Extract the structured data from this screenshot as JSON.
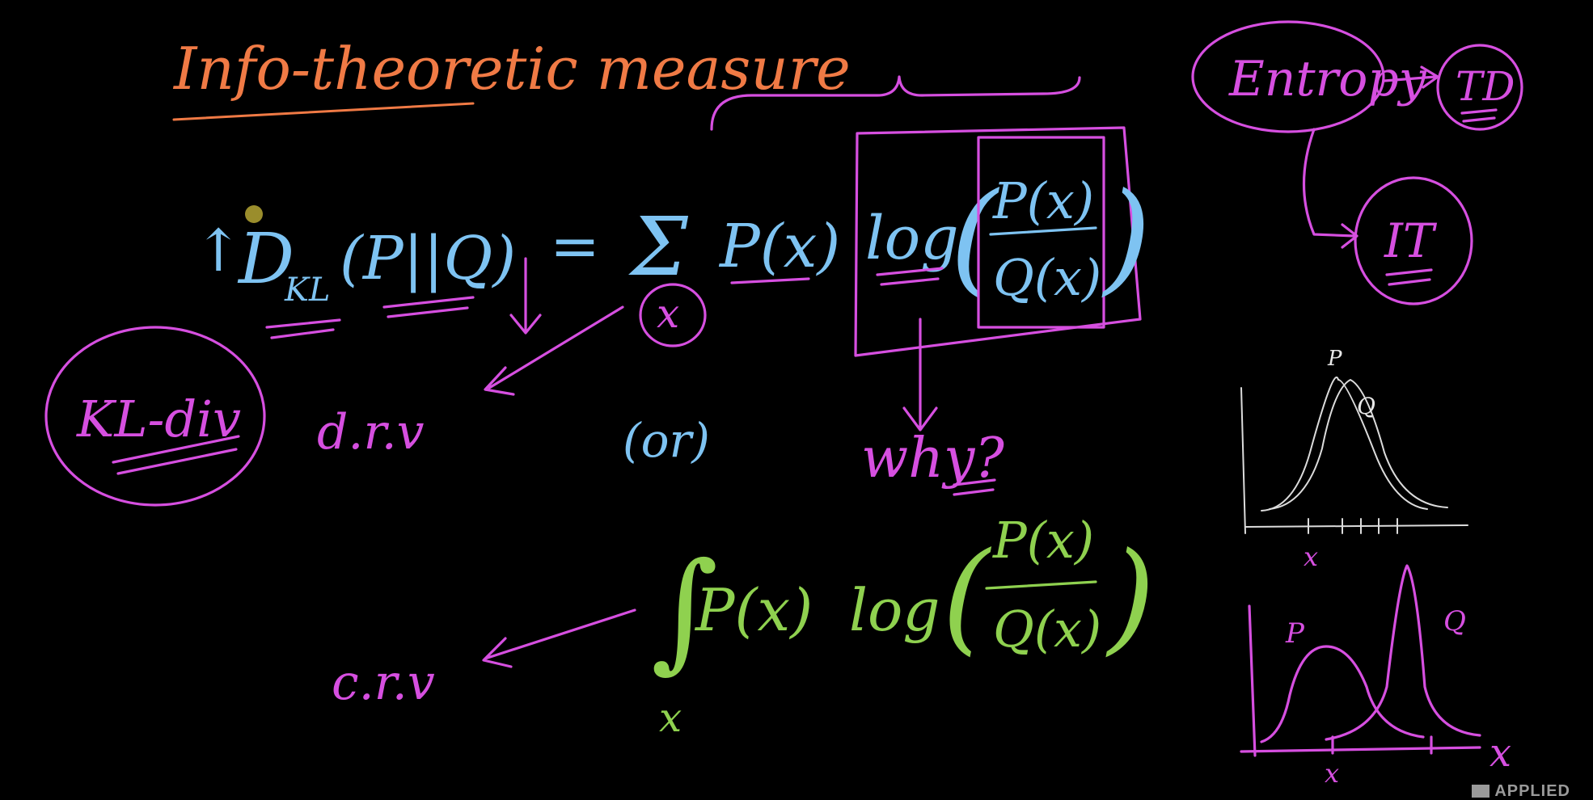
{
  "title": "Info-theoretic measure",
  "kl_lhs": {
    "arrow": "↑",
    "D": "D",
    "sub": "KL",
    "args": "(P||Q)",
    "down_arrow": "↓"
  },
  "equals": "=",
  "sum": {
    "sigma": "Σ",
    "under": "x",
    "Px": "P(x)",
    "log": "log"
  },
  "fraction": {
    "num": "P(x)",
    "den": "Q(x)"
  },
  "why": "why?",
  "or": "(or)",
  "kl_div": "KL-div",
  "drv": "d.r.v",
  "crv": "c.r.v",
  "integral": {
    "sign": "∫",
    "under": "x",
    "Px": "P(x)",
    "log": "log",
    "num": "P(x)",
    "den": "Q(x)"
  },
  "concepts": {
    "entropy": "Entropy",
    "td": "TD",
    "it": "IT"
  },
  "graph1": {
    "p_label": "P",
    "q_label": "Q",
    "x_label": "x"
  },
  "graph2": {
    "p_label": "P",
    "q_label": "Q",
    "x_label": "x",
    "axis_label": "x"
  },
  "logo": "APPLIED",
  "colors": {
    "orange": "#f07a45",
    "blue": "#7ec3f2",
    "pink": "#d64fe0",
    "green": "#8fd14f",
    "white": "#e8e8e8",
    "background": "#000000"
  }
}
